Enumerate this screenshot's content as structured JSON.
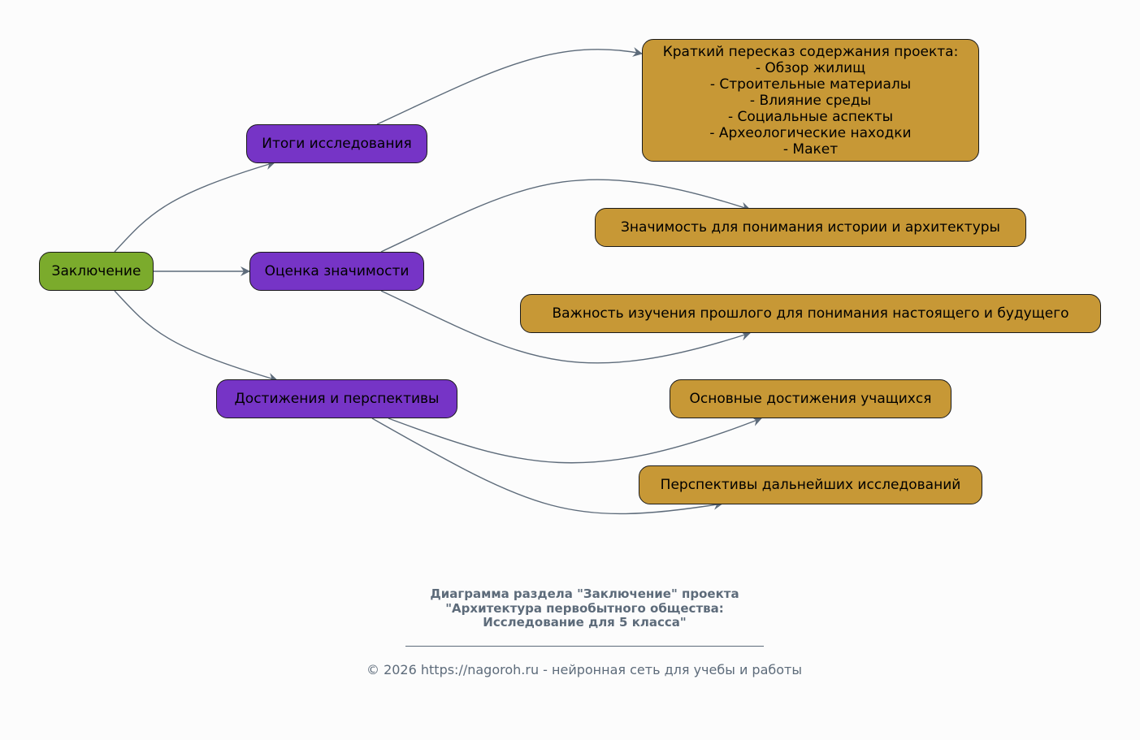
{
  "diagram": {
    "root": {
      "id": "conclusion",
      "label": "Заключение"
    },
    "sections": [
      {
        "id": "results",
        "label": "Итоги исследования"
      },
      {
        "id": "significance",
        "label": "Оценка значимости"
      },
      {
        "id": "achievements",
        "label": "Достижения и перспективы"
      }
    ],
    "leaves": [
      {
        "id": "summary",
        "label": "Краткий пересказ содержания проекта:\n- Обзор жилищ\n- Строительные материалы\n- Влияние среды\n- Социальные аспекты\n- Археологические находки\n- Макет"
      },
      {
        "id": "importance-history",
        "label": "Значимость для понимания истории и архитектуры"
      },
      {
        "id": "importance-past",
        "label": "Важность изучения прошлого для понимания настоящего и будущего"
      },
      {
        "id": "student-achievements",
        "label": "Основные достижения учащихся"
      },
      {
        "id": "future-research",
        "label": "Перспективы дальнейших исследований"
      }
    ],
    "edges": [
      {
        "from": "conclusion",
        "to": "results"
      },
      {
        "from": "conclusion",
        "to": "significance"
      },
      {
        "from": "conclusion",
        "to": "achievements"
      },
      {
        "from": "results",
        "to": "summary"
      },
      {
        "from": "significance",
        "to": "importance-history"
      },
      {
        "from": "significance",
        "to": "importance-past"
      },
      {
        "from": "achievements",
        "to": "student-achievements"
      },
      {
        "from": "achievements",
        "to": "future-research"
      }
    ],
    "colors": {
      "root": "#7bab2c",
      "section": "#7634c6",
      "leaf": "#c79836",
      "edge": "#5d6b7a",
      "caption": "#5d6b7a"
    }
  },
  "caption": {
    "title": "Диаграмма раздела \"Заключение\" проекта\n\"Архитектура первобытного общества:\nИсследование для 5 класса\"",
    "footer": "© 2026 https://nagoroh.ru - нейронная сеть для учебы и работы"
  }
}
